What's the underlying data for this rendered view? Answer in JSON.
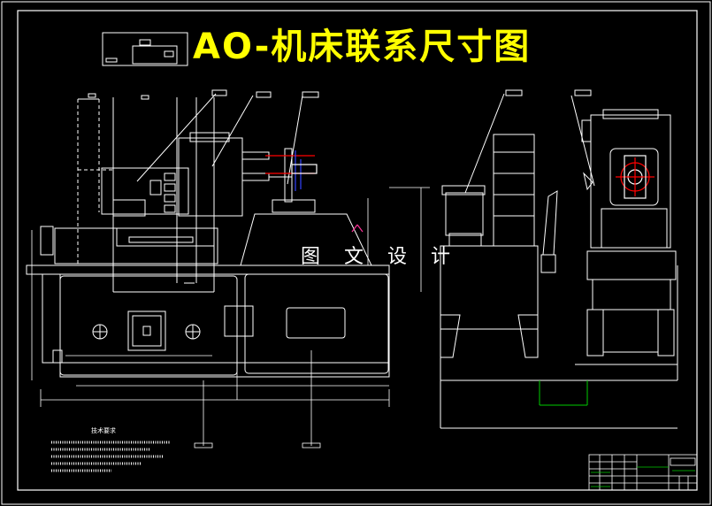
{
  "title": "AO-机床联系尺寸图",
  "watermark": "图 文 设 计",
  "technical_notes_title": "技术要求",
  "colors": {
    "background": "#000000",
    "lines": "#ffffff",
    "title": "#ffff00",
    "accent_red": "#ff0000",
    "accent_blue": "#3344ff",
    "accent_green": "#00cc00"
  }
}
